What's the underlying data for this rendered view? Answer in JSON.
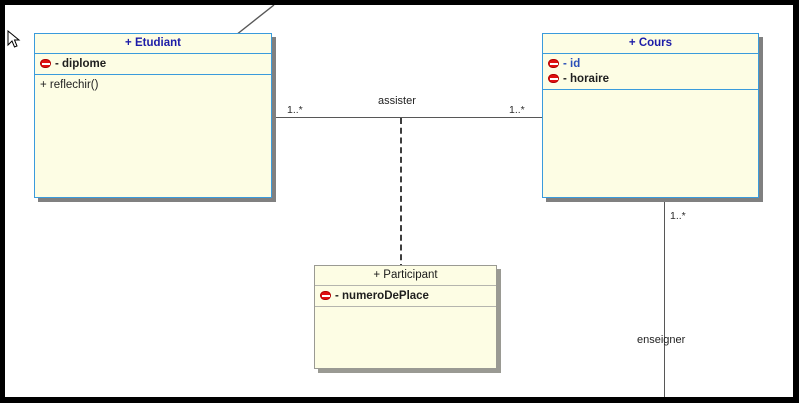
{
  "diagram": {
    "type": "uml-class-diagram",
    "frame_color": "#000000",
    "canvas_color": "#ffffff",
    "class_fill": "#fdfde4",
    "class_border_selected": "#3a9bdc",
    "class_border_plain": "#9a9a93",
    "title_color_selected": "#1c1ca8",
    "private_icon_color": "#e01010"
  },
  "classes": [
    {
      "id": "etudiant",
      "title": "+ Etudiant",
      "attributes": [
        {
          "icon": "private-icon",
          "label": "- diplome",
          "highlight": false
        }
      ],
      "operations": [
        {
          "label": "+ reflechir()"
        }
      ]
    },
    {
      "id": "cours",
      "title": "+ Cours",
      "attributes": [
        {
          "icon": "private-icon",
          "label": "- id",
          "highlight": true
        },
        {
          "icon": "private-icon",
          "label": "- horaire",
          "highlight": false
        }
      ],
      "operations": []
    },
    {
      "id": "participant",
      "title": "+ Participant",
      "attributes": [
        {
          "icon": "private-icon",
          "label": "- numeroDePlace",
          "highlight": false
        }
      ],
      "operations": []
    }
  ],
  "associations": [
    {
      "id": "assister",
      "name": "assister",
      "source_multiplicity": "1..*",
      "target_multiplicity": "1..*"
    },
    {
      "id": "enseigner",
      "name": "enseigner",
      "source_multiplicity": "1..*"
    }
  ],
  "labels": {
    "assister": "assister",
    "enseigner": "enseigner",
    "mult_etudiant_end": "1..*",
    "mult_cours_end": "1..*",
    "mult_cours_bottom": "1..*"
  }
}
